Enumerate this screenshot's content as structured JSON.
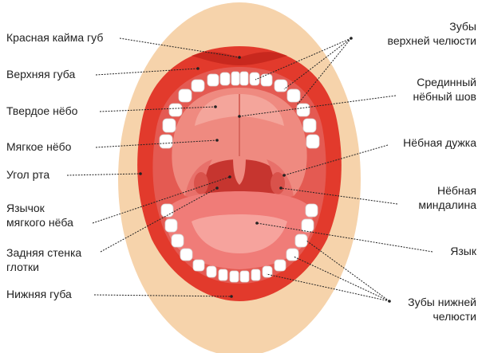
{
  "colors": {
    "skin": "#f6d3ab",
    "skin_edge": "#f1c392",
    "lip": "#e23a2c",
    "lip_dark": "#c8281e",
    "mouth_inner": "#e45a52",
    "palate": "#ef8a80",
    "palate_light": "#f4a59b",
    "throat": "#c6352f",
    "tongue": "#f07c78",
    "tongue_light": "#f6a39d",
    "teeth": "#ffffff",
    "label": "#222222"
  },
  "labels": {
    "red_lip_border": "Красная кайма губ",
    "upper_lip": "Верхняя губа",
    "hard_palate": "Твердое нёбо",
    "soft_palate": "Мягкое нёбо",
    "mouth_corner": "Угол рта",
    "uvula_line1": "Язычок",
    "uvula_line2": "мягкого нёба",
    "pharynx_wall_line1": "Задняя стенка",
    "pharynx_wall_line2": "глотки",
    "lower_lip": "Нижняя губа",
    "upper_teeth_line1": "Зубы",
    "upper_teeth_line2": "верхней челюсти",
    "median_suture_line1": "Срединный",
    "median_suture_line2": "нёбный шов",
    "palatine_arch": "Нёбная дужка",
    "tonsil_line1": "Нёбная",
    "tonsil_line2": "миндалина",
    "tongue": "Язык",
    "lower_teeth_line1": "Зубы нижней",
    "lower_teeth_line2": "челюсти"
  }
}
